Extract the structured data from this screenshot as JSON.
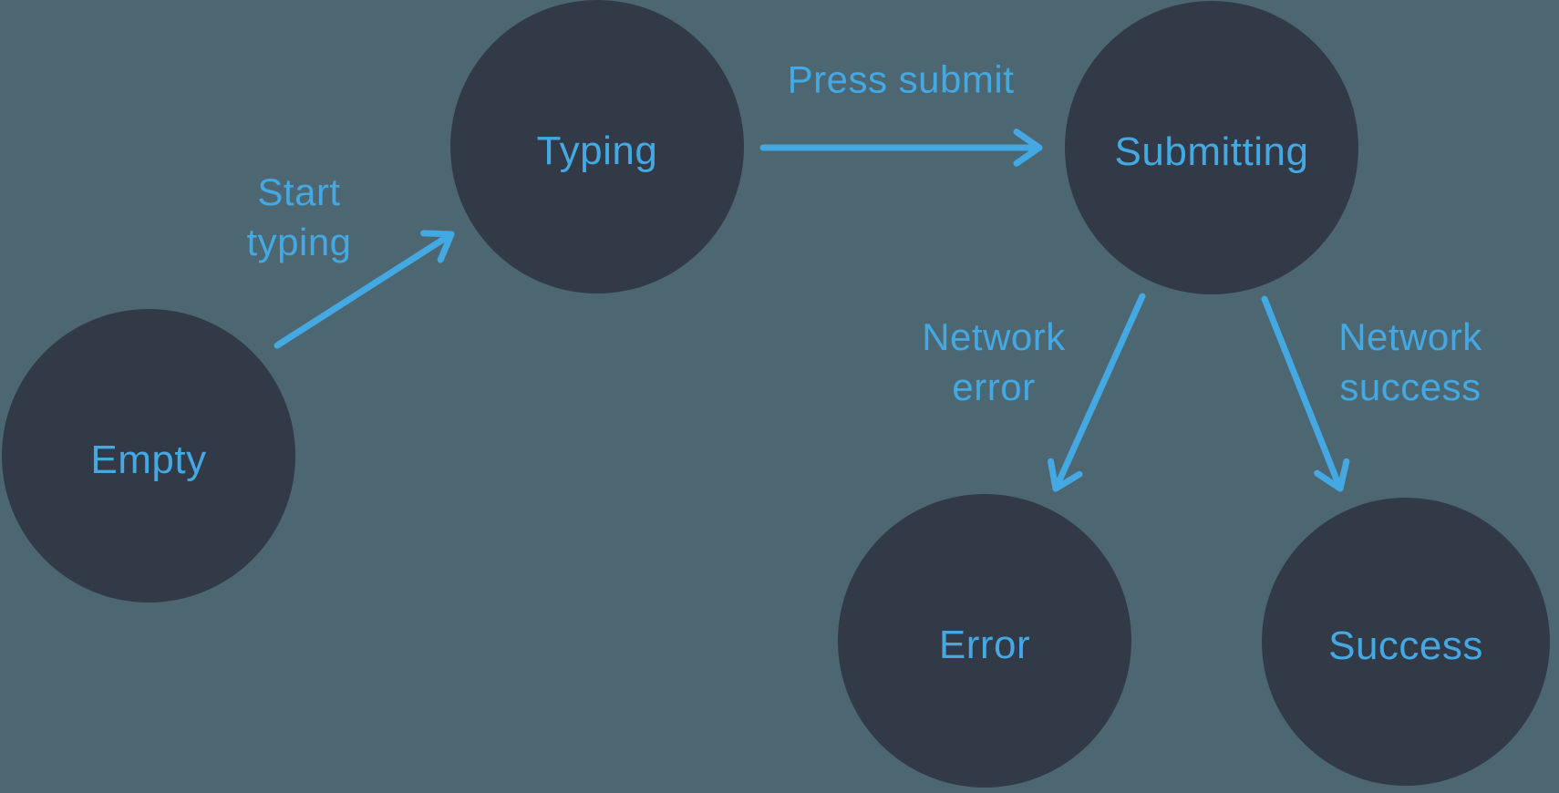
{
  "colors": {
    "background": "#4C6772",
    "node_fill": "#323A47",
    "accent": "#44A8E3"
  },
  "nodes": [
    {
      "id": "empty",
      "label": "Empty"
    },
    {
      "id": "typing",
      "label": "Typing"
    },
    {
      "id": "submitting",
      "label": "Submitting"
    },
    {
      "id": "error",
      "label": "Error"
    },
    {
      "id": "success",
      "label": "Success"
    }
  ],
  "edges": [
    {
      "id": "start-typing",
      "from": "empty",
      "to": "typing",
      "label": "Start\ntyping"
    },
    {
      "id": "press-submit",
      "from": "typing",
      "to": "submitting",
      "label": "Press submit"
    },
    {
      "id": "network-error",
      "from": "submitting",
      "to": "error",
      "label": "Network\nerror"
    },
    {
      "id": "network-success",
      "from": "submitting",
      "to": "success",
      "label": "Network\nsuccess"
    }
  ]
}
